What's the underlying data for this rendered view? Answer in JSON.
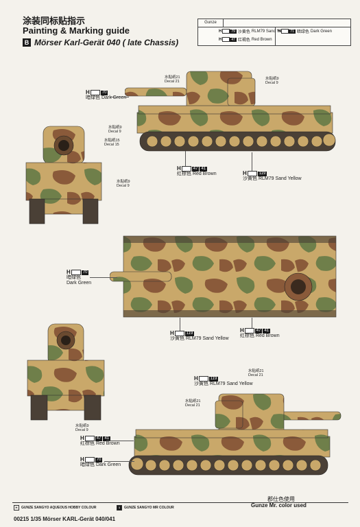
{
  "header": {
    "title_cn": "涂装同标贴指示",
    "title_en": "Painting & Marking guide",
    "section_badge": "B",
    "subtitle": "Mörser Karl-Gerät 040 ( late Chassis)"
  },
  "legend": {
    "header": "Gunze",
    "entries": [
      {
        "h": "H",
        "num": "79",
        "cn": "沙黄色",
        "en": "RLM79 Sand Yellow"
      },
      {
        "h": "H",
        "num": "71",
        "cn": "暗绿色",
        "en": "Dark Green"
      },
      {
        "h": "H",
        "num": "47",
        "cn": "红褐色",
        "en": "Red Brown"
      }
    ]
  },
  "callouts": {
    "dark_green": {
      "h": "H",
      "num": "70",
      "cn": "暗绿色",
      "en": "Dark Green"
    },
    "red_brown": {
      "h": "H",
      "num": "47",
      "num2": "41",
      "cn": "红棕色",
      "en": "Red Brown"
    },
    "sand_yellow": {
      "h": "H",
      "num": "119",
      "cn": "沙黄色",
      "en": "RLM79 Sand Yellow"
    }
  },
  "decals": {
    "d21_cn": "水贴纸21",
    "d21": "Decal 21",
    "d9_cn": "水贴纸9",
    "d9": "Decal 9",
    "d15_cn": "水贴纸15",
    "d15": "Decal 15"
  },
  "footer": {
    "aqueous_mark": "H",
    "aqueous": "GUNZE SANGYO AQUEOUS HOBBY COLOUR",
    "mr_mark": "1",
    "mr": "GUNZE SANGYO MR COLOUR",
    "used_cn": "郡仕色使用",
    "used_en": "Gunze   Mr.   color   used",
    "product": "00215 1/35 Mörser KARL-Gerät 040/041"
  },
  "colors": {
    "sand": "#c9a86a",
    "green": "#6f7f4a",
    "brown": "#8a5a3a",
    "track": "#4a4036"
  }
}
